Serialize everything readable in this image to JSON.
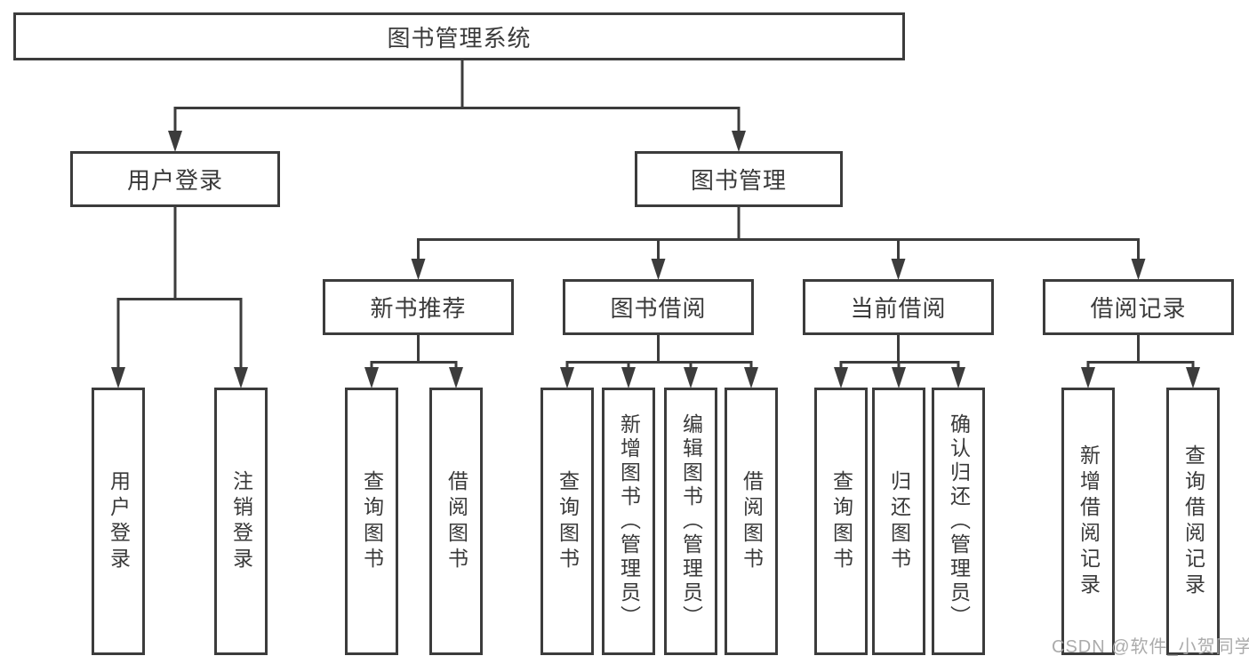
{
  "diagram": {
    "root": {
      "label": "图书管理系统"
    },
    "branches": [
      {
        "label": "用户登录",
        "children": [
          {
            "label": "用户登录"
          },
          {
            "label": "注销登录"
          }
        ]
      },
      {
        "label": "图书管理",
        "children": [
          {
            "label": "新书推荐",
            "children": [
              {
                "label": "查询图书"
              },
              {
                "label": "借阅图书"
              }
            ]
          },
          {
            "label": "图书借阅",
            "children": [
              {
                "label": "查询图书"
              },
              {
                "label": "新增图书（管理员）"
              },
              {
                "label": "编辑图书（管理员）"
              },
              {
                "label": "借阅图书"
              }
            ]
          },
          {
            "label": "当前借阅",
            "children": [
              {
                "label": "查询图书"
              },
              {
                "label": "归还图书"
              },
              {
                "label": "确认归还（管理员）"
              }
            ]
          },
          {
            "label": "借阅记录",
            "children": [
              {
                "label": "新增借阅记录"
              },
              {
                "label": "查询借阅记录"
              }
            ]
          }
        ]
      }
    ]
  },
  "watermark": {
    "text": "CSDN @软件_小贺同学"
  },
  "colors": {
    "line": "#3c3c3c",
    "text": "#3a3a3a",
    "box_background": "#ffffff",
    "watermark": "#a6a6a6",
    "background": "#ffffff"
  }
}
